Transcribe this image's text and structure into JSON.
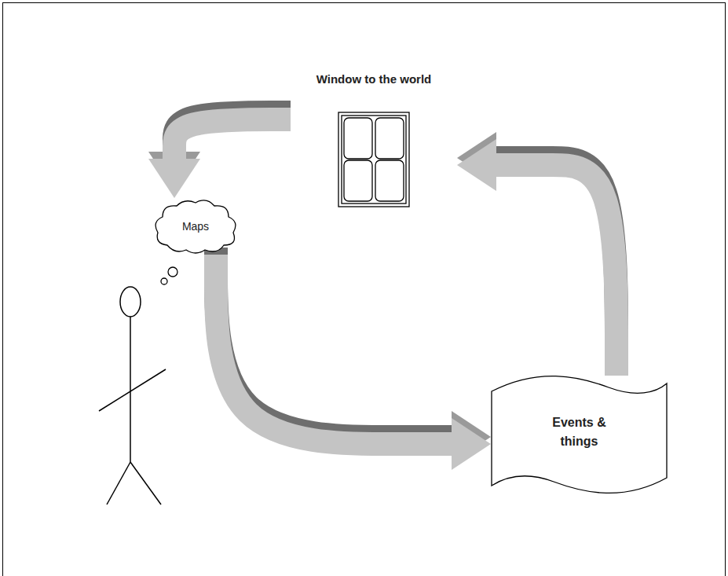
{
  "diagram": {
    "nodes": [
      {
        "text": [
          "Window to the world"
        ]
      },
      {
        "text": [
          "Maps"
        ]
      },
      {
        "text": [
          "Events & things"
        ]
      }
    ],
    "edges": [
      {
        "from": 1,
        "to": 2,
        "arrow": "to"
      },
      {
        "from": 2,
        "to": 0,
        "arrow": "to"
      },
      {
        "from": 0,
        "to": 1,
        "arrow": "to"
      }
    ]
  }
}
